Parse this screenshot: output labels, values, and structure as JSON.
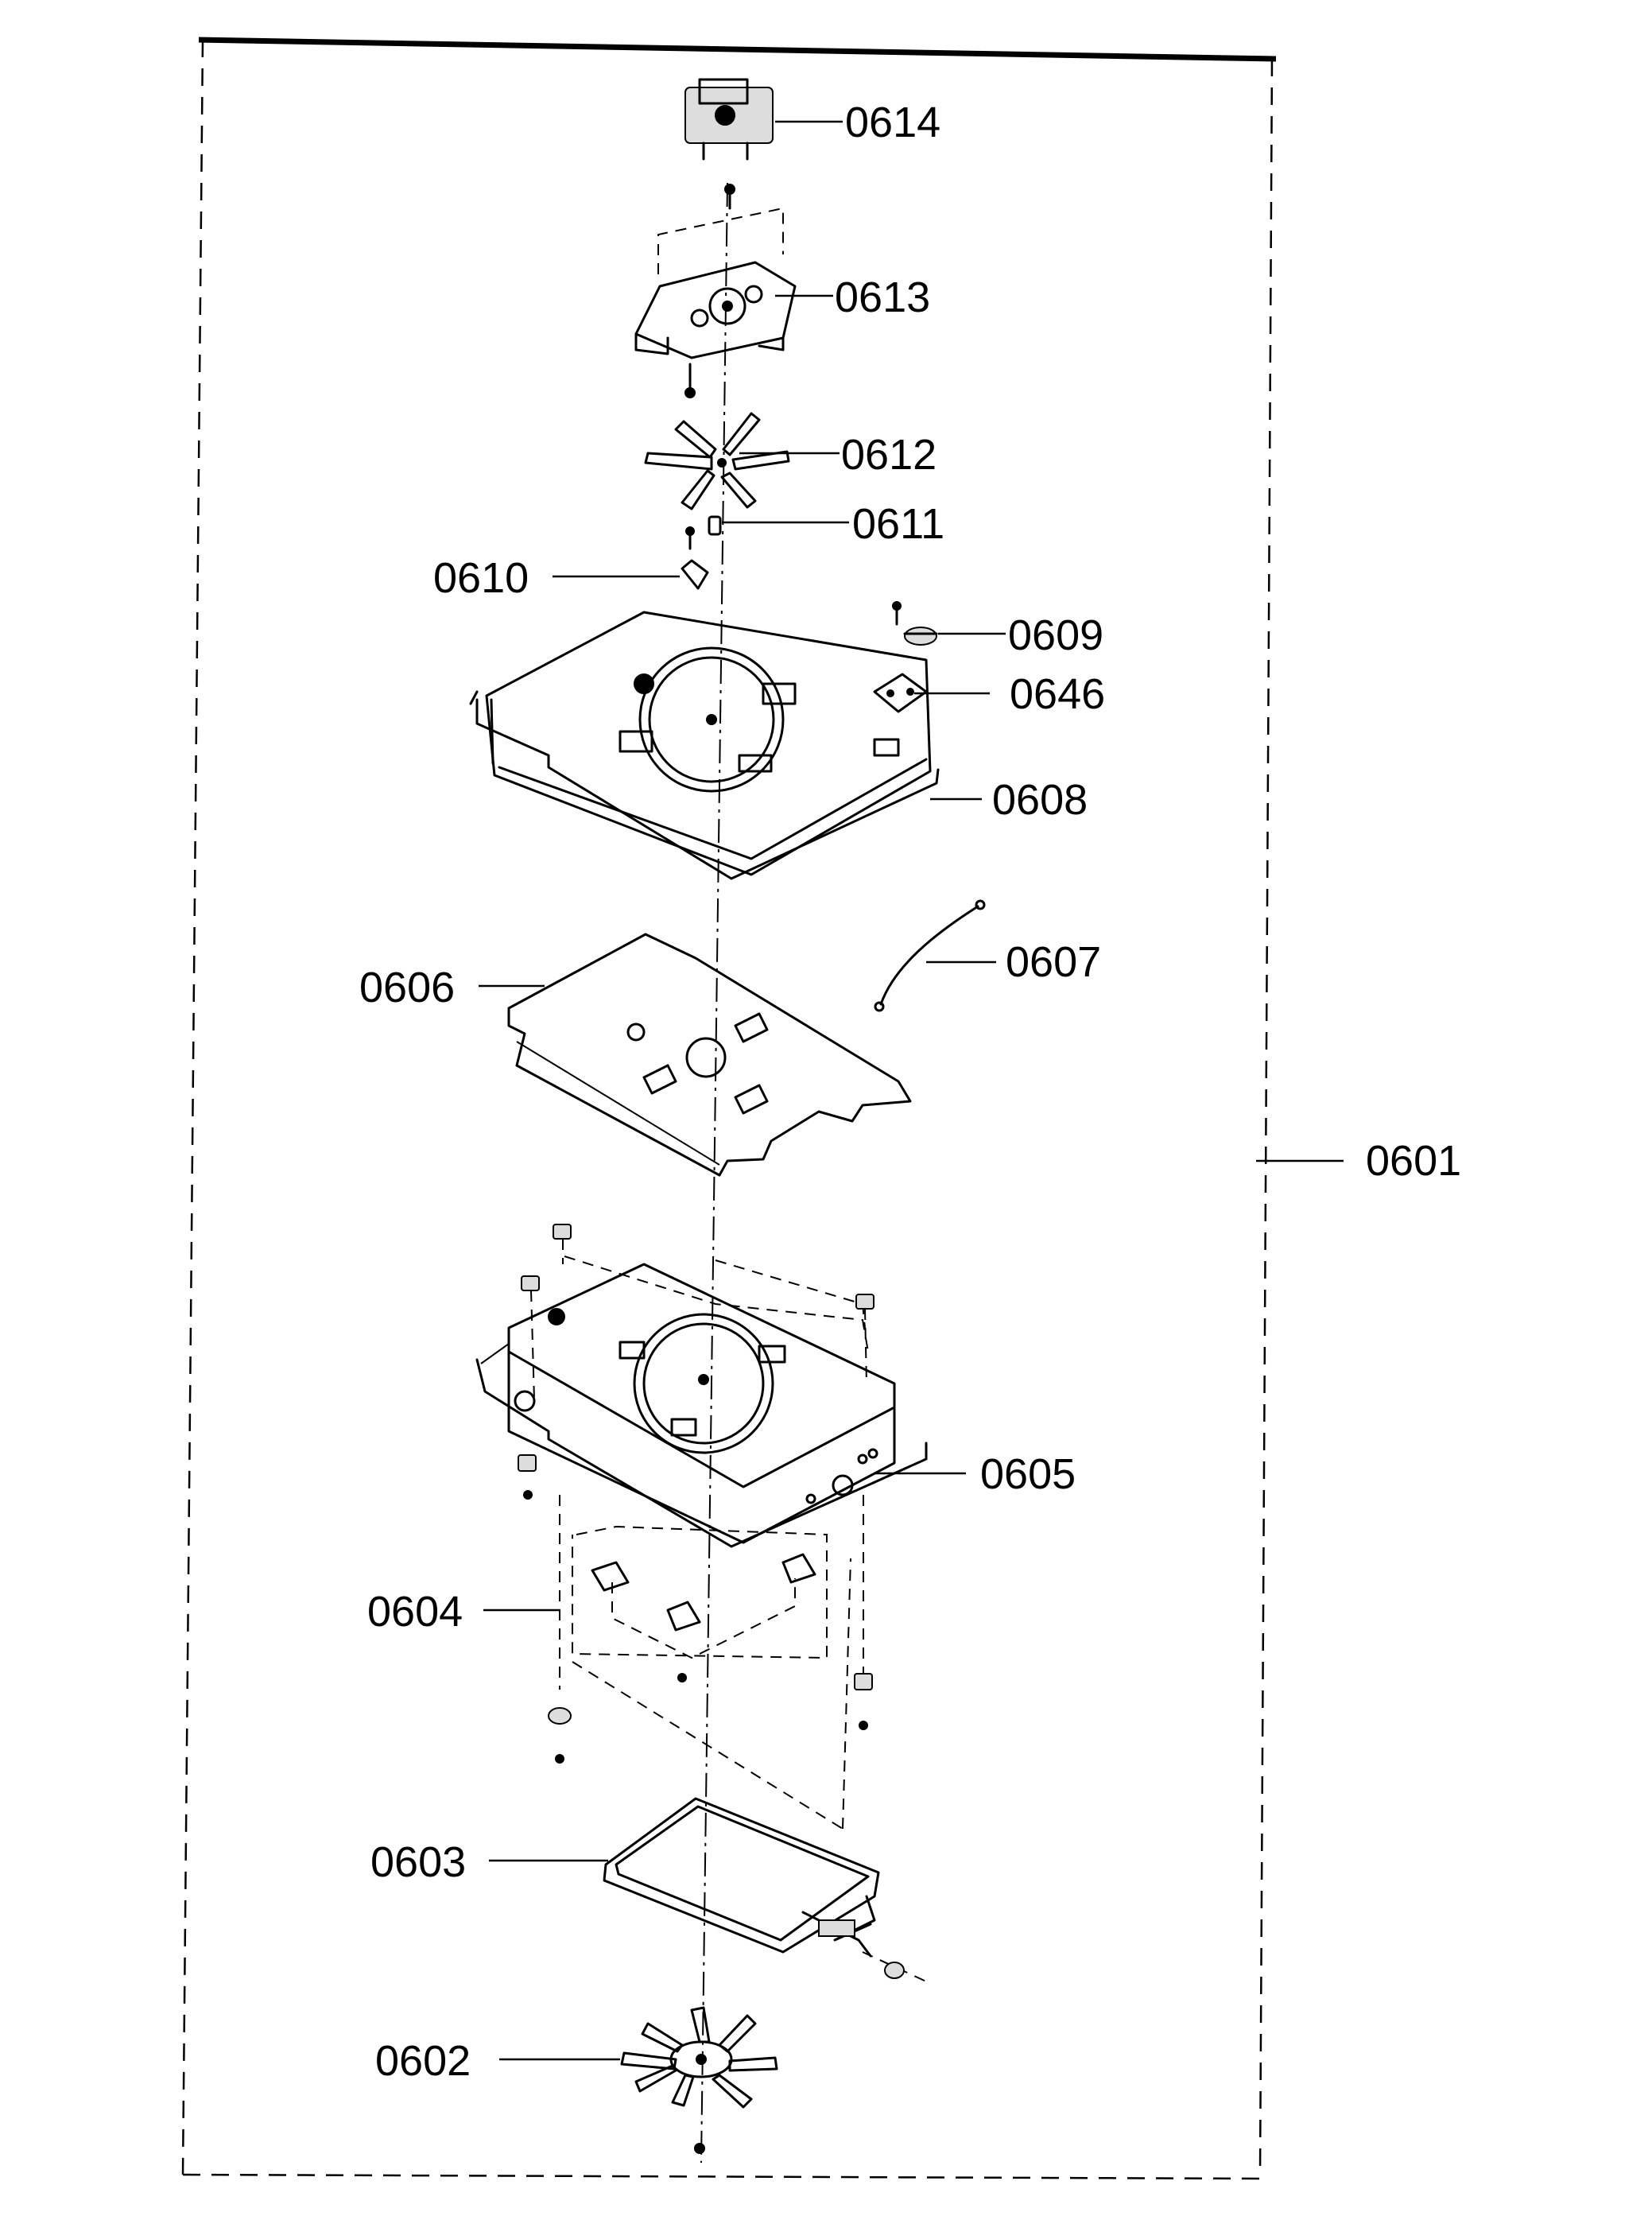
{
  "diagram": {
    "callouts": [
      {
        "id": "c0614",
        "label": "0614"
      },
      {
        "id": "c0613",
        "label": "0613"
      },
      {
        "id": "c0612",
        "label": "0612"
      },
      {
        "id": "c0611",
        "label": "0611"
      },
      {
        "id": "c0610",
        "label": "0610"
      },
      {
        "id": "c0609",
        "label": "0609"
      },
      {
        "id": "c0646",
        "label": "0646"
      },
      {
        "id": "c0608",
        "label": "0608"
      },
      {
        "id": "c0607",
        "label": "0607"
      },
      {
        "id": "c0606",
        "label": "0606"
      },
      {
        "id": "c0601",
        "label": "0601"
      },
      {
        "id": "c0605",
        "label": "0605"
      },
      {
        "id": "c0604",
        "label": "0604"
      },
      {
        "id": "c0603",
        "label": "0603"
      },
      {
        "id": "c0602",
        "label": "0602"
      }
    ]
  }
}
